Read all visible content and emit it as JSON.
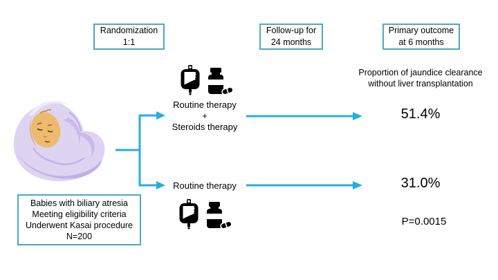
{
  "stages": {
    "randomization": "Randomization\n1:1",
    "follow_up": "Follow-up for\n24 months",
    "primary_outcome": "Primary outcome\nat 6 months"
  },
  "population": {
    "text": "Babies with biliary atresia\nMeeting eligibility criteria\nUnderwent Kasai procedure\nN=200"
  },
  "arms": {
    "steroids": {
      "label": "Routine therapy\n+\nSteroids therapy",
      "result": "51.4%"
    },
    "control": {
      "label": "Routine therapy",
      "result": "31.0%"
    }
  },
  "outcome": {
    "description": "Proportion of jaundice clearance\nwithout liver transplantation",
    "p_value": "P=0.0015"
  },
  "icons": {
    "iv_bag": "iv-bag-icon",
    "pill_bottle": "pill-bottle-icon",
    "baby": "swaddled-baby-illustration"
  },
  "colors": {
    "arrow": "#29ABE2",
    "box_border": "#4BA7C5",
    "icon": "#000000",
    "background": "#FFFFFF"
  }
}
